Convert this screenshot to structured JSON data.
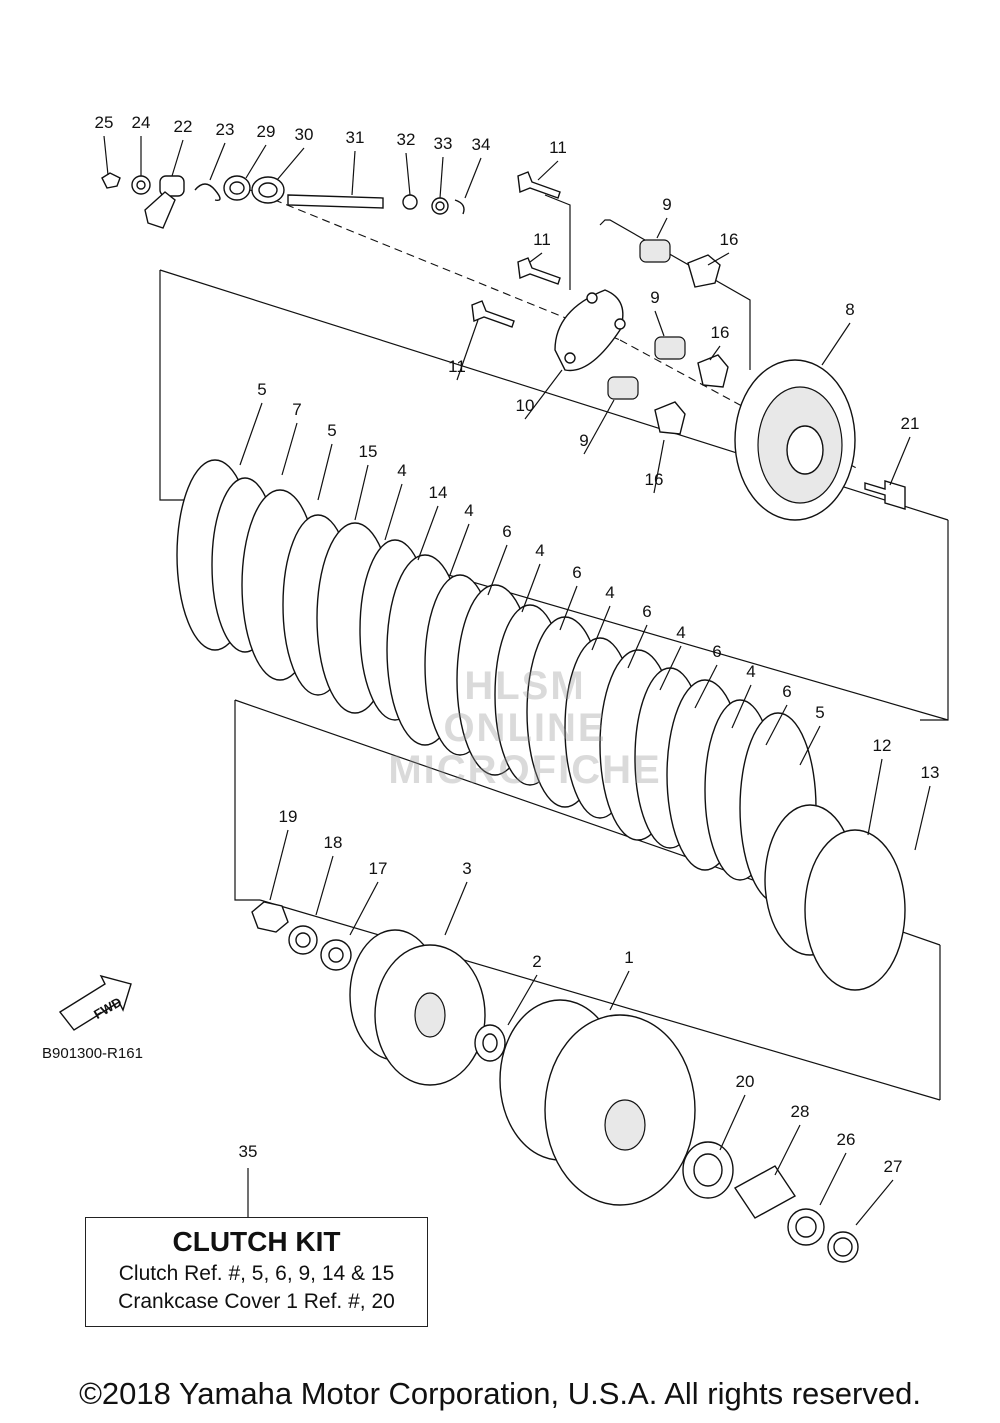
{
  "callouts": [
    {
      "id": "25",
      "label": "25"
    },
    {
      "id": "24",
      "label": "24"
    },
    {
      "id": "22",
      "label": "22"
    },
    {
      "id": "23",
      "label": "23"
    },
    {
      "id": "29",
      "label": "29"
    },
    {
      "id": "30",
      "label": "30"
    },
    {
      "id": "31",
      "label": "31"
    },
    {
      "id": "32",
      "label": "32"
    },
    {
      "id": "33",
      "label": "33"
    },
    {
      "id": "34",
      "label": "34"
    },
    {
      "id": "11a",
      "label": "11"
    },
    {
      "id": "11b",
      "label": "11"
    },
    {
      "id": "11c",
      "label": "11"
    },
    {
      "id": "9a",
      "label": "9"
    },
    {
      "id": "9b",
      "label": "9"
    },
    {
      "id": "9c",
      "label": "9"
    },
    {
      "id": "16a",
      "label": "16"
    },
    {
      "id": "16b",
      "label": "16"
    },
    {
      "id": "16c",
      "label": "16"
    },
    {
      "id": "8",
      "label": "8"
    },
    {
      "id": "10",
      "label": "10"
    },
    {
      "id": "21",
      "label": "21"
    },
    {
      "id": "5a",
      "label": "5"
    },
    {
      "id": "7",
      "label": "7"
    },
    {
      "id": "5b",
      "label": "5"
    },
    {
      "id": "15",
      "label": "15"
    },
    {
      "id": "4a",
      "label": "4"
    },
    {
      "id": "14",
      "label": "14"
    },
    {
      "id": "4b",
      "label": "4"
    },
    {
      "id": "6a",
      "label": "6"
    },
    {
      "id": "4c",
      "label": "4"
    },
    {
      "id": "6b",
      "label": "6"
    },
    {
      "id": "4d",
      "label": "4"
    },
    {
      "id": "6c",
      "label": "6"
    },
    {
      "id": "4e",
      "label": "4"
    },
    {
      "id": "6d",
      "label": "6"
    },
    {
      "id": "4f",
      "label": "4"
    },
    {
      "id": "6e",
      "label": "6"
    },
    {
      "id": "5c",
      "label": "5"
    },
    {
      "id": "12",
      "label": "12"
    },
    {
      "id": "13",
      "label": "13"
    },
    {
      "id": "19",
      "label": "19"
    },
    {
      "id": "18",
      "label": "18"
    },
    {
      "id": "17",
      "label": "17"
    },
    {
      "id": "3",
      "label": "3"
    },
    {
      "id": "2",
      "label": "2"
    },
    {
      "id": "1",
      "label": "1"
    },
    {
      "id": "20",
      "label": "20"
    },
    {
      "id": "28",
      "label": "28"
    },
    {
      "id": "26",
      "label": "26"
    },
    {
      "id": "27",
      "label": "27"
    },
    {
      "id": "35",
      "label": "35"
    }
  ],
  "fwd_label": "FWD",
  "diagram_code": "B901300-R161",
  "kit": {
    "title": "CLUTCH KIT",
    "line1": "Clutch Ref. #, 5, 6, 9, 14 & 15",
    "line2": "Crankcase Cover 1 Ref. #, 20"
  },
  "watermark": [
    "HLSM",
    "ONLINE",
    "MICROFICHE"
  ],
  "copyright": "©2018 Yamaha Motor Corporation, U.S.A. All rights reserved."
}
